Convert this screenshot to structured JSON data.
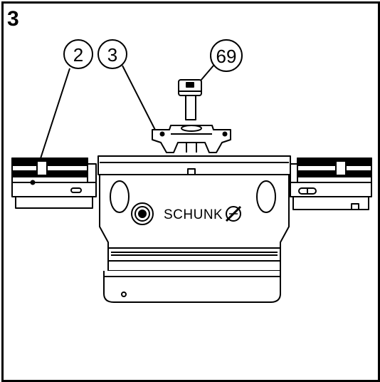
{
  "figure": {
    "step_number": "3",
    "callouts": [
      {
        "label": "2"
      },
      {
        "label": "3"
      },
      {
        "label": "69"
      }
    ],
    "brand_label": "SCHUNK"
  }
}
